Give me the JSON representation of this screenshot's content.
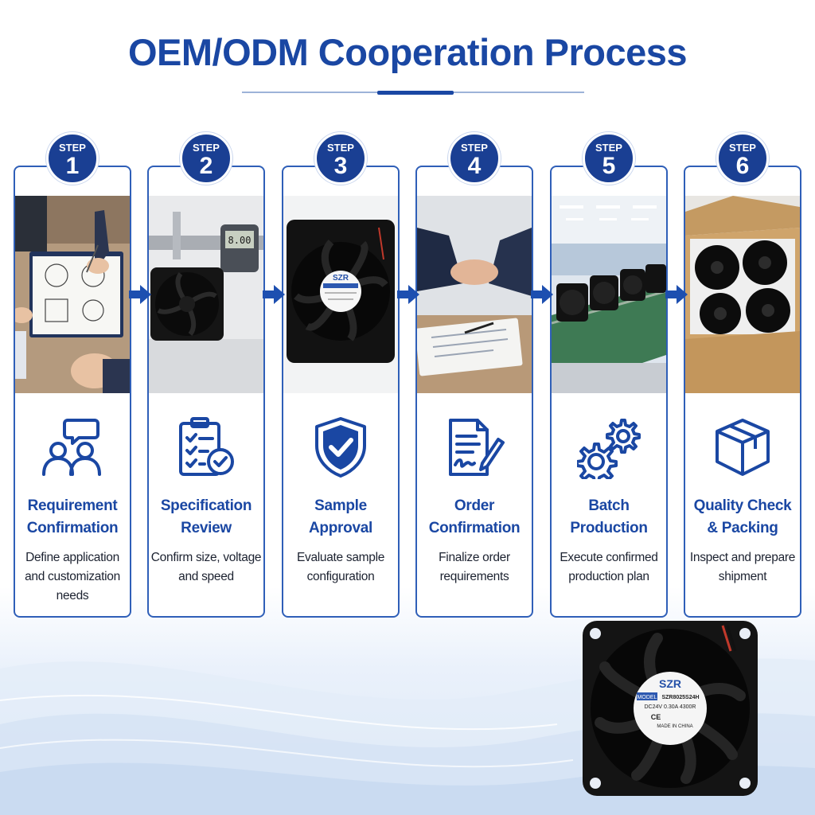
{
  "title": "OEM/ODM Cooperation Process",
  "step_label": "STEP",
  "colors": {
    "brand_blue": "#1a47a3",
    "badge_blue": "#1a3f93",
    "card_border": "#2f5fb8",
    "arrow_blue": "#1d4fb0"
  },
  "steps": [
    {
      "number": "1",
      "name": "Requirement Confirmation",
      "description": "Define application and customization needs",
      "icon": "people-discussion-icon",
      "photo": "sketching-fan-drawings-photo"
    },
    {
      "number": "2",
      "name": "Specification Review",
      "description": "Confirm size, voltage and speed",
      "icon": "checklist-clipboard-icon",
      "photo": "caliper-measuring-fan-photo",
      "photo_readout": "8.00"
    },
    {
      "number": "3",
      "name": "Sample Approval",
      "description": "Evaluate sample configuration",
      "icon": "shield-check-icon",
      "photo": "sample-fan-photo",
      "photo_brand": "SZR"
    },
    {
      "number": "4",
      "name": "Order Confirmation",
      "description": "Finalize order requirements",
      "icon": "document-signature-icon",
      "photo": "handshake-contract-photo"
    },
    {
      "number": "5",
      "name": "Batch Production",
      "description": "Execute confirmed production plan",
      "icon": "gears-icon",
      "photo": "production-line-photo"
    },
    {
      "number": "6",
      "name": "Quality Check & Packing",
      "description": "Inspect and prepare shipment",
      "icon": "package-box-icon",
      "photo": "boxed-fans-photo"
    }
  ],
  "product_fan": {
    "brand": "SZR",
    "model_label": "MODEL",
    "model": "SZR8025S24H",
    "rating": "DC24V 0.30A 4300R",
    "ce_mark": "CE",
    "origin": "MADE IN CHINA"
  }
}
